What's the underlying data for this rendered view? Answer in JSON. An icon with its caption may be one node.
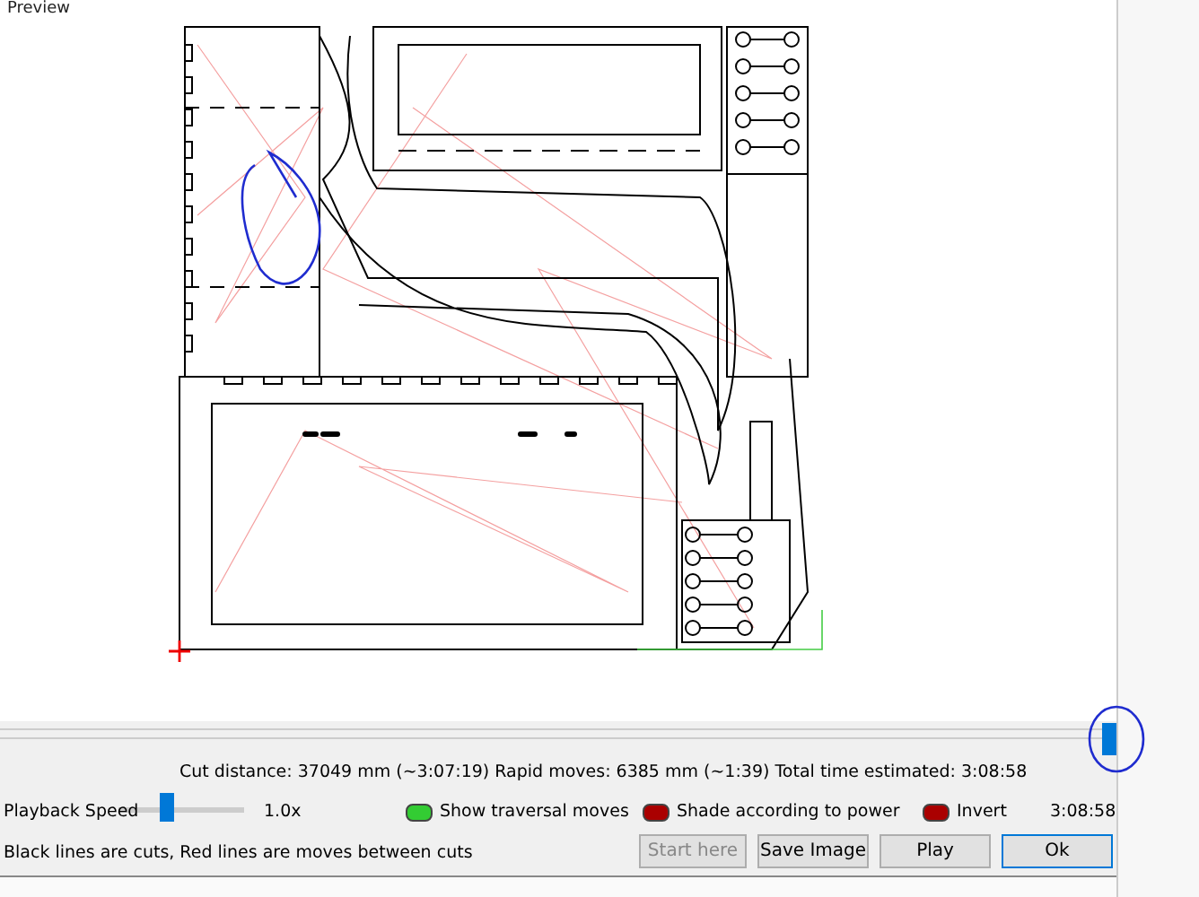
{
  "diagram": {
    "title": "Preview",
    "labels": [
      "Cut distance: 37049 mm (~3:07:19)   Rapid moves: 6385 mm (~1:39)   Total time estimated: 3:08:58",
      "Playback Speed",
      "1.0x",
      "Show traversal moves",
      "Shade according to power",
      "Invert",
      "3:08:58",
      "Black lines are cuts, Red lines are moves between cuts",
      "Start here",
      "Save Image",
      "Play",
      "Ok"
    ]
  }
}
